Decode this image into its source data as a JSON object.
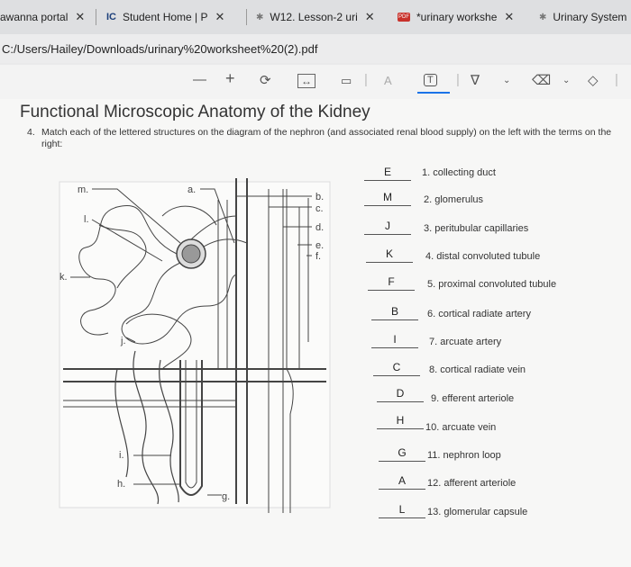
{
  "tabs": [
    {
      "label": "awanna portal"
    },
    {
      "label": "Student Home | P"
    },
    {
      "label": "W12. Lesson-2 uri"
    },
    {
      "label": "*urinary workshe"
    },
    {
      "label": "Urinary System"
    }
  ],
  "tab_icons": {
    "student": "IC",
    "pdf": "PDF"
  },
  "address": "C:/Users/Hailey/Downloads/urinary%20worksheet%20(2).pdf",
  "toolbar": {
    "zoom_out": "—",
    "zoom_in": "+"
  },
  "worksheet": {
    "title": "Functional Microscopic Anatomy of the Kidney",
    "question_number": "4.",
    "question": "Match each of the lettered structures on the diagram of the nephron (and associated renal blood supply) on the left with the terms on the right:",
    "rows": [
      {
        "answer": "E",
        "num": "1.",
        "term": "collecting duct"
      },
      {
        "answer": "M",
        "num": "2.",
        "term": "glomerulus"
      },
      {
        "answer": "J",
        "num": "3.",
        "term": "peritubular capillaries"
      },
      {
        "answer": "K",
        "num": "4.",
        "term": "distal convoluted tubule"
      },
      {
        "answer": "F",
        "num": "5.",
        "term": "proximal convoluted tubule"
      },
      {
        "answer": "B",
        "num": "6.",
        "term": "cortical radiate artery"
      },
      {
        "answer": "I",
        "num": "7.",
        "term": "arcuate artery"
      },
      {
        "answer": "C",
        "num": "8.",
        "term": "cortical radiate vein"
      },
      {
        "answer": "D",
        "num": "9.",
        "term": "efferent arteriole"
      },
      {
        "answer": "H",
        "num": "10.",
        "term": "arcuate vein"
      },
      {
        "answer": "G",
        "num": "11.",
        "term": "nephron loop"
      },
      {
        "answer": "A",
        "num": "12.",
        "term": "afferent arteriole"
      },
      {
        "answer": "L",
        "num": "13.",
        "term": "glomerular capsule"
      }
    ]
  },
  "diagram_labels": {
    "m": "m.",
    "a": "a.",
    "l": "l.",
    "k": "k.",
    "j": "j.",
    "i": "i.",
    "h": "h.",
    "g": "g.",
    "b": "b.",
    "c": "c.",
    "d": "d.",
    "e": "e.",
    "f": "f."
  }
}
